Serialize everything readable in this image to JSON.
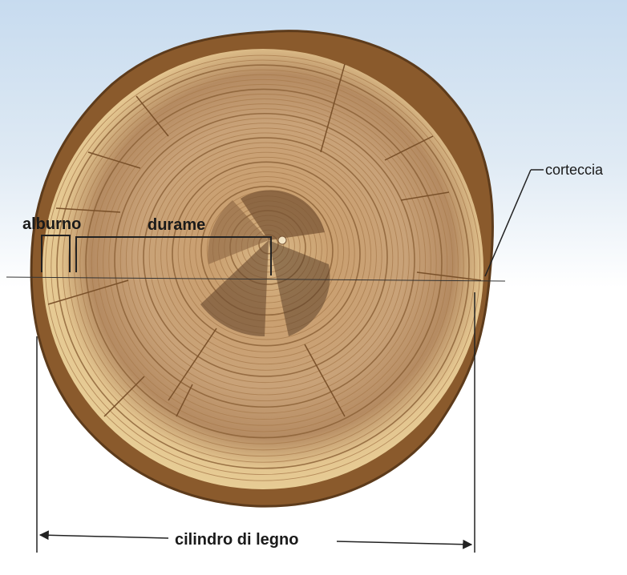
{
  "labels": {
    "sapwood": "alburno",
    "heartwood": "durame",
    "bark": "corteccia",
    "wood_cylinder": "cilindro di legno"
  },
  "colors": {
    "sky_top": "#c9dcef",
    "sky_bottom": "#ffffff",
    "bark": "#8a5a2c",
    "sapwood": "#e6c98c",
    "heartwood": "#a8845a",
    "pith_band": "#caa56a",
    "ring_line": "#9b6f3f",
    "dark_sector": "#6e4f33",
    "leader_line": "#222222"
  },
  "icons": {
    "arrow_left": "arrow-left-icon",
    "arrow_right": "arrow-right-icon"
  }
}
